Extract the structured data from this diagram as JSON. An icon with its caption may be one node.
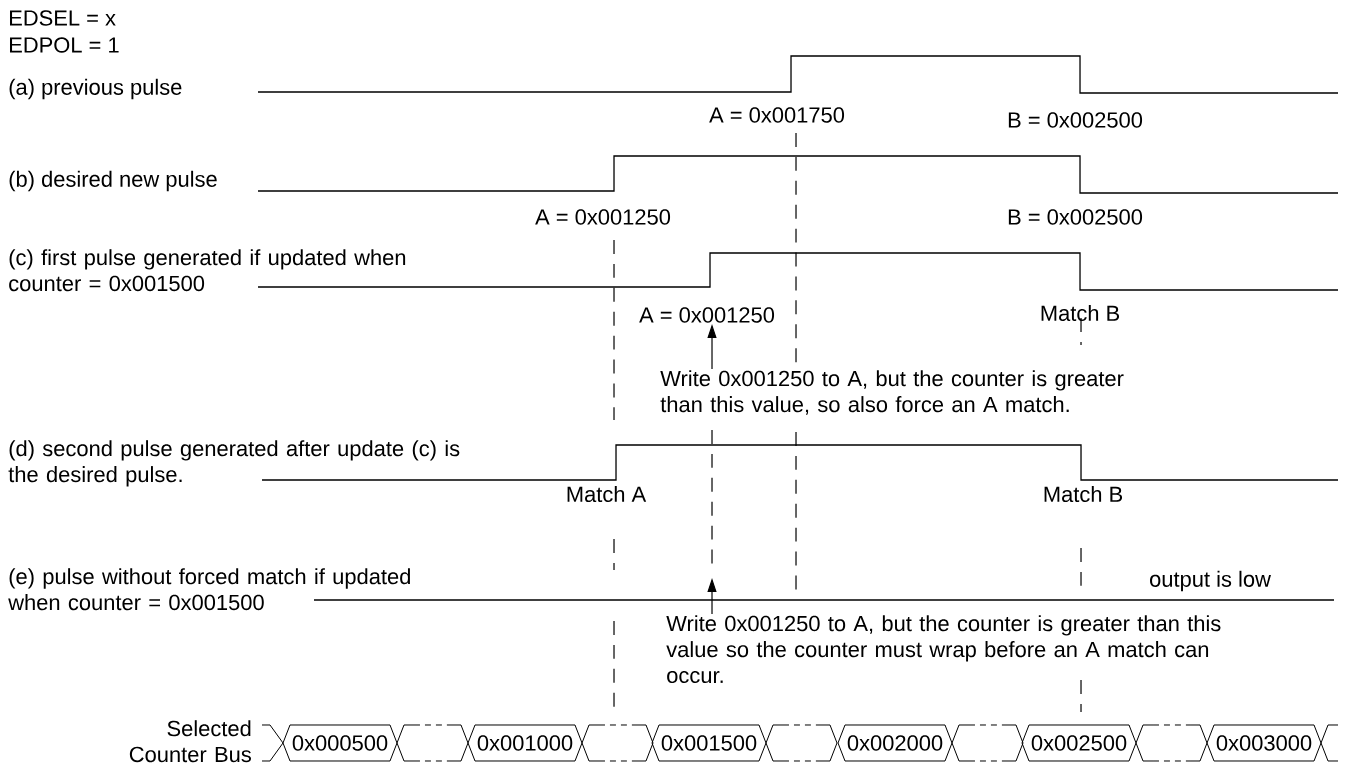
{
  "diagram": {
    "nodes": [
      {
        "text": [
          "A = 0x001250"
        ]
      },
      {
        "text": [
          "Write 0x001250 to A, but the counter is greater than this value, so also force an A match."
        ]
      },
      {
        "text": [
          "Write 0x001250 to A, but the counter is greater than this value so the counter must wrap before an A match can occur."
        ]
      }
    ],
    "edges": [
      {
        "from": 1,
        "to": 0,
        "arrow": "to"
      },
      {
        "from": 2,
        "to": null,
        "arrow": "to"
      }
    ],
    "labels": [
      "EDSEL = x",
      "EDPOL = 1",
      "(a) previous pulse",
      "A = 0x001750",
      "B = 0x002500",
      "(b) desired new pulse",
      "A = 0x001250",
      "B = 0x002500",
      "(c) first pulse generated if updated when counter = 0x001500",
      "Match B",
      "(d) second pulse generated after update (c) is the desired pulse.",
      "Match A",
      "Match B",
      "(e) pulse without forced match if updated when counter = 0x001500",
      "output is low",
      "Selected Counter Bus",
      "0x000500",
      "0x001000",
      "0x001500",
      "0x002000",
      "0x002500",
      "0x003000"
    ]
  }
}
